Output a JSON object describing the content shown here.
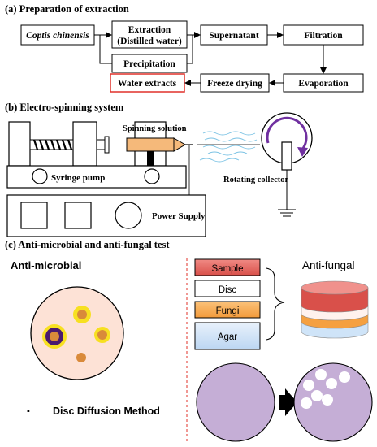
{
  "sections": {
    "a_title": "(a) Preparation of extraction",
    "b_title": "(b) Electro-spinning system",
    "c_title": "(c) Anti-microbial and anti-fungal test"
  },
  "flow": {
    "coptis": "Coptis chinensis",
    "extraction_line1": "Extraction",
    "extraction_line2": "(Distilled water)",
    "supernatant": "Supernatant",
    "filtration": "Filtration",
    "precipitation": "Precipitation",
    "water_extracts": "Water extracts",
    "freeze_drying": "Freeze drying",
    "evaporation": "Evaporation"
  },
  "electrospinning": {
    "spinning_solution": "Spinning solution",
    "syringe_pump": "Syringe pump",
    "rotating_collector": "Rotating collector",
    "power_supply": "Power Supply"
  },
  "tests": {
    "anti_microbial": "Anti-microbial",
    "anti_fungal": "Anti-fungal",
    "disc_diffusion": "Disc Diffusion Method",
    "bullet": "▪",
    "layers": [
      {
        "label": "Sample",
        "color": "#e05a55"
      },
      {
        "label": "Disc",
        "color": "#ffffff"
      },
      {
        "label": "Fungi",
        "color": "#f5a040"
      },
      {
        "label": "Agar",
        "color": "#cfe4f8"
      }
    ]
  },
  "colors": {
    "highlight_red": "#e0302a",
    "petri_fill": "#fde2d6",
    "yellow_zone": "#f7e021",
    "orange_disc": "#d98a3a",
    "purple_dish": "#c5aed6",
    "collector_arrow": "#7030a0"
  }
}
